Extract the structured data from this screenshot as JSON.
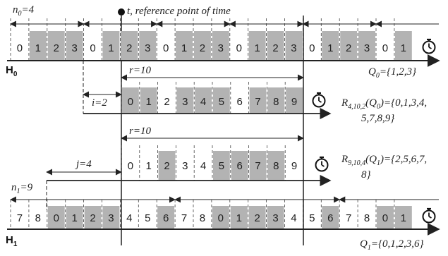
{
  "title": "t, reference point of time",
  "rows": {
    "h0": {
      "label": "H",
      "label_sub": "0",
      "period": {
        "symbol": "n",
        "sub": "0",
        "value": "=4"
      },
      "set": {
        "pre": "Q",
        "sub": "0",
        "post": "={1,2,3}"
      },
      "cells": [
        {
          "t": "0",
          "on": false
        },
        {
          "t": "1",
          "on": true
        },
        {
          "t": "2",
          "on": true
        },
        {
          "t": "3",
          "on": true
        },
        {
          "t": "0",
          "on": false
        },
        {
          "t": "1",
          "on": true
        },
        {
          "t": "2",
          "on": true
        },
        {
          "t": "3",
          "on": true
        },
        {
          "t": "0",
          "on": false
        },
        {
          "t": "1",
          "on": true
        },
        {
          "t": "2",
          "on": true
        },
        {
          "t": "3",
          "on": true
        },
        {
          "t": "0",
          "on": false
        },
        {
          "t": "1",
          "on": true
        },
        {
          "t": "2",
          "on": true
        },
        {
          "t": "3",
          "on": true
        },
        {
          "t": "0",
          "on": false
        },
        {
          "t": "1",
          "on": true
        },
        {
          "t": "2",
          "on": true
        },
        {
          "t": "3",
          "on": true
        },
        {
          "t": "0",
          "on": false
        },
        {
          "t": "1",
          "on": true
        }
      ]
    },
    "r1": {
      "r_label": "r=10",
      "offset_label": "i=2",
      "set_line1": {
        "pre": "R",
        "sub": "4,10,2",
        "mid": "(Q",
        "sub2": "0",
        "post": ")={0,1,3,4,"
      },
      "set_line2": "5,7,8,9}",
      "cells": [
        {
          "t": "0",
          "on": true
        },
        {
          "t": "1",
          "on": true
        },
        {
          "t": "2",
          "on": false
        },
        {
          "t": "3",
          "on": true
        },
        {
          "t": "4",
          "on": true
        },
        {
          "t": "5",
          "on": true
        },
        {
          "t": "6",
          "on": false
        },
        {
          "t": "7",
          "on": true
        },
        {
          "t": "8",
          "on": true
        },
        {
          "t": "9",
          "on": true
        }
      ]
    },
    "r2": {
      "r_label": "r=10",
      "offset_label": "j=4",
      "set_line1": {
        "pre": "R",
        "sub": "9,10,4",
        "mid": "(Q",
        "sub2": "1",
        "post": ")={2,5,6,7,"
      },
      "set_line2": "8}",
      "cells": [
        {
          "t": "0",
          "on": false
        },
        {
          "t": "1",
          "on": false
        },
        {
          "t": "2",
          "on": true
        },
        {
          "t": "3",
          "on": false
        },
        {
          "t": "4",
          "on": false
        },
        {
          "t": "5",
          "on": true
        },
        {
          "t": "6",
          "on": true
        },
        {
          "t": "7",
          "on": true
        },
        {
          "t": "8",
          "on": true
        },
        {
          "t": "9",
          "on": false
        }
      ]
    },
    "h1": {
      "label": "H",
      "label_sub": "1",
      "period": {
        "symbol": "n",
        "sub": "1",
        "value": "=9"
      },
      "set": {
        "pre": "Q",
        "sub": "1",
        "post": "={0,1,2,3,6}"
      },
      "cells": [
        {
          "t": "7",
          "on": false
        },
        {
          "t": "8",
          "on": false
        },
        {
          "t": "0",
          "on": true
        },
        {
          "t": "1",
          "on": true
        },
        {
          "t": "2",
          "on": true
        },
        {
          "t": "3",
          "on": true
        },
        {
          "t": "4",
          "on": false
        },
        {
          "t": "5",
          "on": false
        },
        {
          "t": "6",
          "on": true
        },
        {
          "t": "7",
          "on": false
        },
        {
          "t": "8",
          "on": false
        },
        {
          "t": "0",
          "on": true
        },
        {
          "t": "1",
          "on": true
        },
        {
          "t": "2",
          "on": true
        },
        {
          "t": "3",
          "on": true
        },
        {
          "t": "4",
          "on": false
        },
        {
          "t": "5",
          "on": false
        },
        {
          "t": "6",
          "on": true
        },
        {
          "t": "7",
          "on": false
        },
        {
          "t": "8",
          "on": false
        },
        {
          "t": "0",
          "on": true
        },
        {
          "t": "1",
          "on": true
        }
      ]
    }
  },
  "colors": {
    "active": "#b3b3b3",
    "line": "#222222"
  },
  "icons": [
    "stopwatch-icon"
  ]
}
